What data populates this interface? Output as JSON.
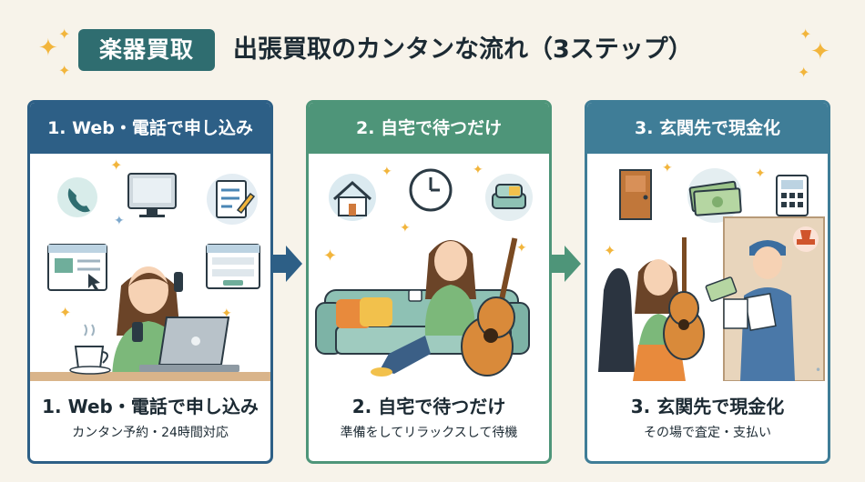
{
  "header": {
    "badge": "楽器買取",
    "title": "出張買取のカンタンな流れ（3ステップ）"
  },
  "steps": [
    {
      "head": "1. Web・電話で申し込み",
      "title": "1. Web・電話で申し込み",
      "subtitle": "カンタン予約・24時間対応",
      "color": "#2d5f86"
    },
    {
      "head": "2. 自宅で待つだけ",
      "title": "2. 自宅で待つだけ",
      "subtitle": "準備をしてリラックスして待機",
      "color": "#4e9579"
    },
    {
      "head": "3. 玄関先で現金化",
      "title": "3. 玄関先で現金化",
      "subtitle": "その場で査定・支払い",
      "color": "#3f7d97"
    }
  ],
  "icons": [
    "sparkle-icon",
    "phone-icon",
    "monitor-icon",
    "form-icon",
    "browser-icon",
    "laptop-icon",
    "coffee-icon",
    "house-icon",
    "clock-icon",
    "armchair-icon",
    "sofa-icon",
    "guitar-icon",
    "door-icon",
    "cash-icon",
    "calculator-icon",
    "stamp-icon",
    "clipboard-icon",
    "guitar-case-icon",
    "arrow-right-icon"
  ]
}
